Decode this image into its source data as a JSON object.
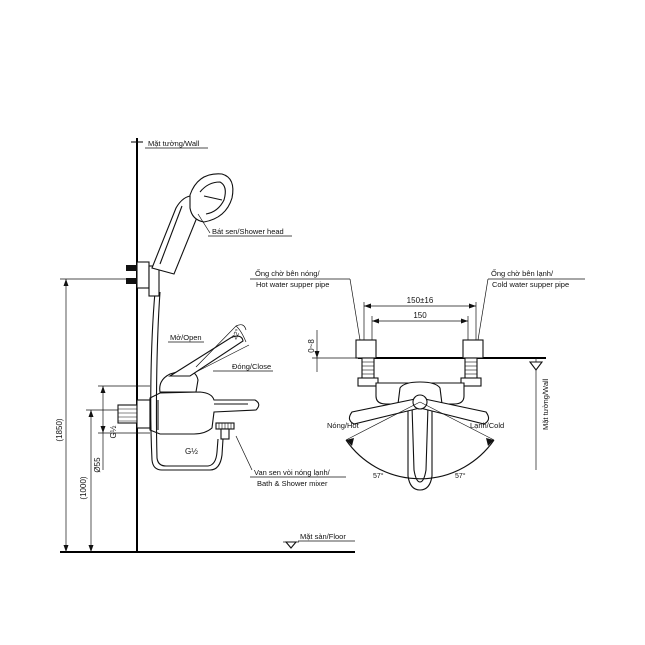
{
  "labels": {
    "wall_top": "Mặt tường/Wall",
    "shower_head": "Bát sen/Shower head",
    "open": "Mở/Open",
    "close": "Đóng/Close",
    "angle_22": "22°",
    "mixer_line1": "Van sen vòi nóng lạnh/",
    "mixer_line2": "Bath & Shower mixer",
    "floor": "Mặt sàn/Floor",
    "hot_pipe_line1": "Ống chờ bên nóng/",
    "hot_pipe_line2": "Hot water supper pipe",
    "cold_pipe_line1": "Ống chờ bên lạnh/",
    "cold_pipe_line2": "Cold water supper pipe",
    "hot": "Nóng/Hot",
    "cold": "Lạnh/Cold",
    "wall_right": "Mặt tường/Wall",
    "angle_left": "57°",
    "angle_right": "57°"
  },
  "dimensions": {
    "height_total": "(1850)",
    "height_mixer": "(1000)",
    "diameter": "Ø55",
    "thread_side": "G½",
    "thread_bottom": "G½",
    "pipe_span": "150±16",
    "pipe_center": "150",
    "offset": "0~8"
  }
}
